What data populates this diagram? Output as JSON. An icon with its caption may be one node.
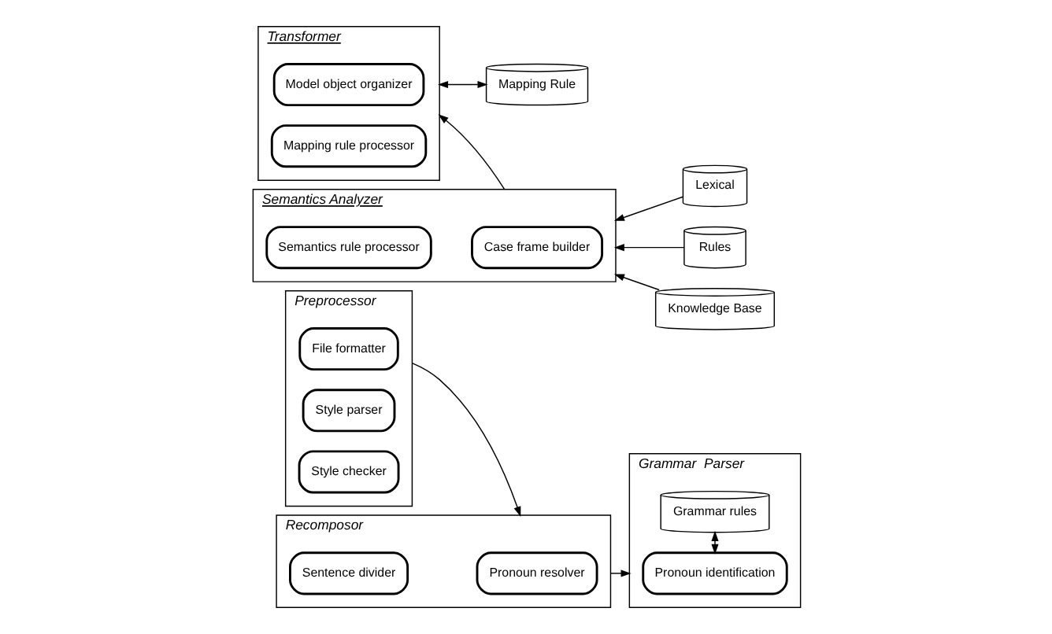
{
  "diagram": {
    "nodes": [
      {
        "text": [
          "Preprocessor"
        ]
      },
      {
        "text": [
          "File formatter"
        ],
        "in": 0
      },
      {
        "text": [
          "Style parser"
        ],
        "in": 0
      },
      {
        "text": [
          "Style checker"
        ],
        "in": 0
      },
      {
        "text": [
          "Recomposor"
        ]
      },
      {
        "text": [
          "Pronoun resolver"
        ],
        "in": 4
      },
      {
        "text": [
          "Sentence divider"
        ],
        "in": 4
      },
      {
        "text": [
          "Grammar  Parser"
        ]
      },
      {
        "text": [
          "Pronoun identification"
        ],
        "in": 7
      },
      {
        "text": [
          "Grammar rules"
        ],
        "in": 7
      },
      {
        "text": [
          "Mapping Rule"
        ]
      },
      {
        "text": [
          "Transformer"
        ]
      },
      {
        "text": [
          "Model object organizer"
        ],
        "in": 11
      },
      {
        "text": [
          "Mapping rule processor"
        ],
        "in": 11
      },
      {
        "text": [
          "Semantics Analyzer"
        ]
      },
      {
        "text": [
          "Case frame builder"
        ],
        "in": 14
      },
      {
        "text": [
          "Semantics rule processor"
        ],
        "in": 14
      },
      {
        "text": [
          "Lexical"
        ]
      },
      {
        "text": [
          "Rules"
        ]
      },
      {
        "text": [
          "Knowledge Base"
        ]
      }
    ],
    "edges": [
      {
        "from": 0,
        "to": 4,
        "arrow": "to"
      },
      {
        "from": 4,
        "to": 7,
        "arrow": "to"
      },
      {
        "from": 8,
        "to": 9,
        "arrow": "both"
      },
      {
        "from": 10,
        "to": 11,
        "arrow": "both"
      },
      {
        "from": 14,
        "to": 11,
        "arrow": "to"
      },
      {
        "from": 17,
        "to": 14,
        "arrow": "to"
      },
      {
        "from": 18,
        "to": 14,
        "arrow": "to"
      },
      {
        "from": 19,
        "to": 14,
        "arrow": "to"
      }
    ]
  }
}
